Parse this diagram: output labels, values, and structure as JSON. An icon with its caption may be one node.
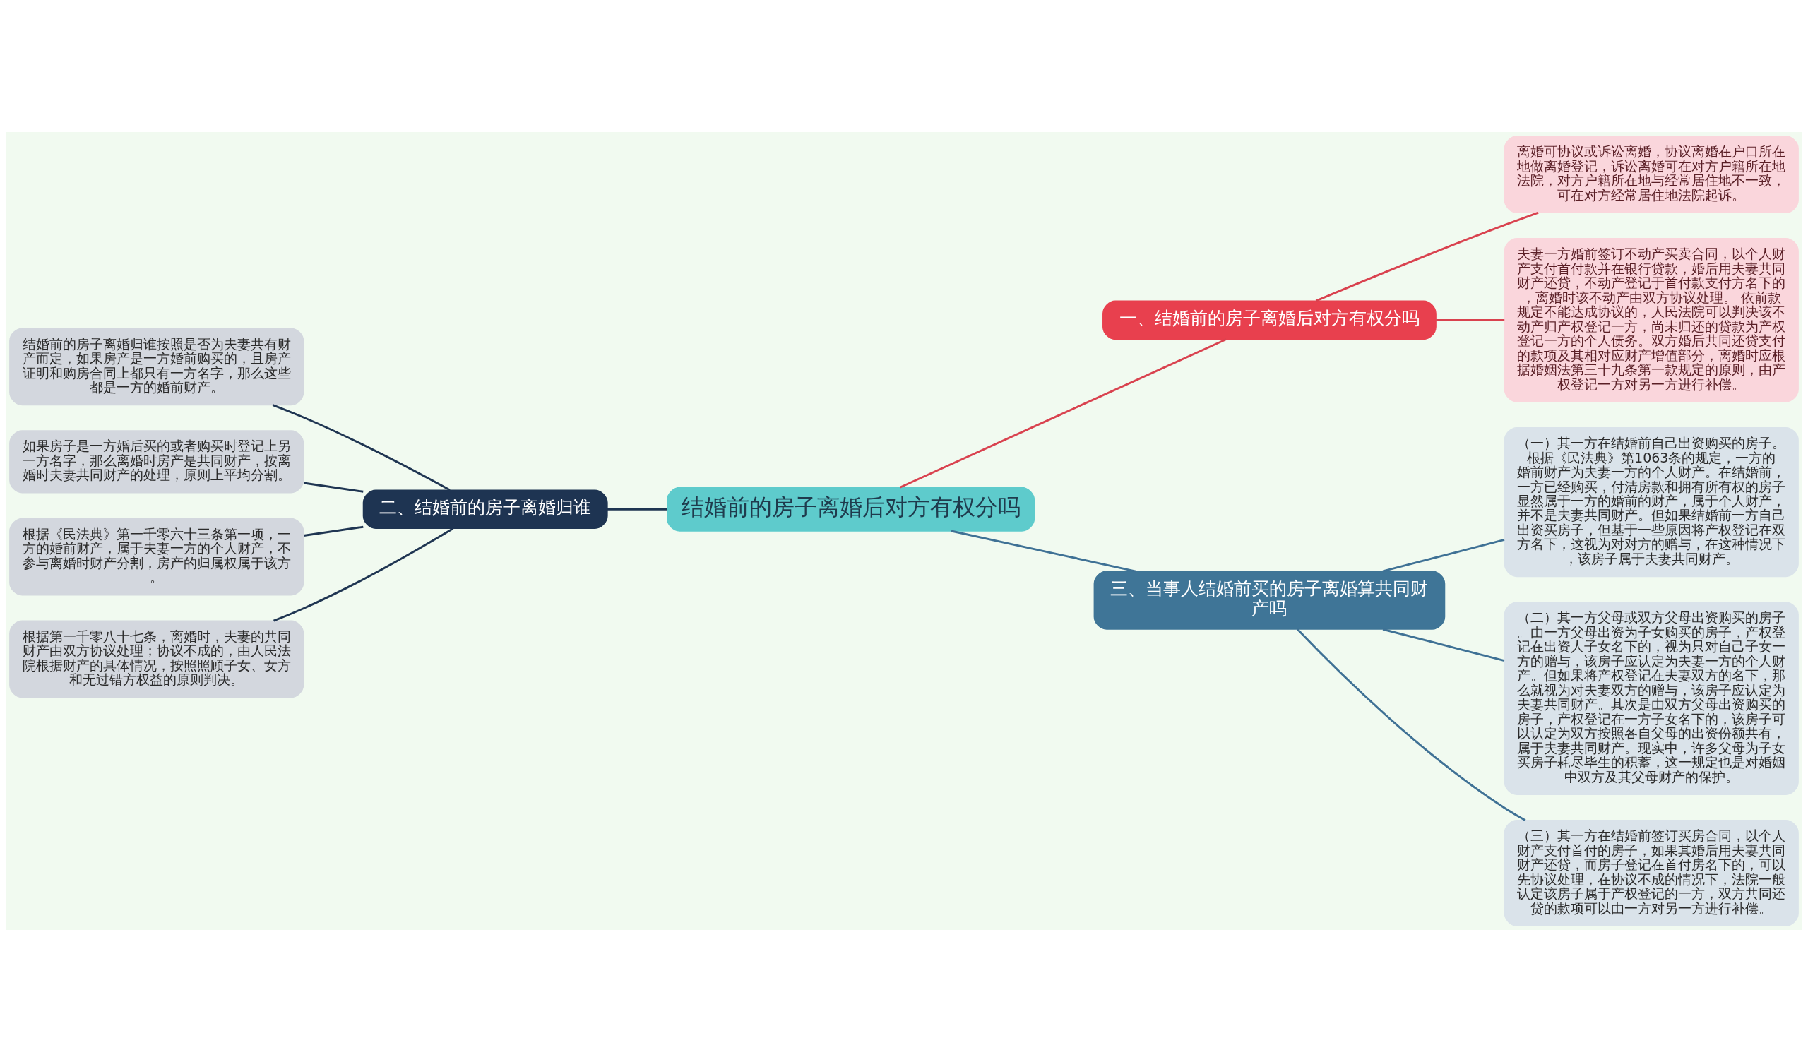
{
  "diagram": {
    "nodes": [
      {
        "text": [
          "结婚前的房子离婚后对方有权分吗"
        ]
      },
      {
        "text": [
          "一、结婚前的房子离婚后对方有权分吗"
        ]
      },
      {
        "text": [
          "离婚可协议或诉讼离婚，协议离婚在户口所在地做离婚登记，诉讼离婚可在对方户籍所在地法院，对方户籍所在地与经常居住地不一致，可在对方经常居住地法院起诉。"
        ]
      },
      {
        "text": [
          "夫妻一方婚前签订不动产买卖合同，以个人财产支付首付款并在银行贷款，婚后用夫妻共同财产还贷，不动产登记于首付款支付方名下的，离婚时该不动产由双方协议处理。 依前款规定不能达成协议的，人民法院可以判决该不动产归产权登记一方，尚未归还的贷款为产权登记一方的个人债务。双方婚后共同还贷支付的款项及其相对应财产增值部分，离婚时应根据婚姻法第三十九条第一款规定的原则，由产权登记一方对另一方进行补偿。"
        ]
      },
      {
        "text": [
          "二、结婚前的房子离婚归谁"
        ]
      },
      {
        "text": [
          "结婚前的房子离婚归谁按照是否为夫妻共有财产而定，如果房产是一方婚前购买的，且房产证明和购房合同上都只有一方名字，那么这些都是一方的婚前财产。"
        ]
      },
      {
        "text": [
          "如果房子是一方婚后买的或者购买时登记上另一方名字，那么离婚时房产是共同财产，按离婚时夫妻共同财产的处理，原则上平均分割。"
        ]
      },
      {
        "text": [
          "根据《民法典》第一千零六十三条第一项，一方的婚前财产，属于夫妻一方的个人财产，不参与离婚时财产分割，房产的归属权属于该方。"
        ]
      },
      {
        "text": [
          "根据第一千零八十七条，离婚时，夫妻的共同财产由双方协议处理；协议不成的，由人民法院根据财产的具体情况，按照照顾子女、女方和无过错方权益的原则判决。"
        ]
      },
      {
        "text": [
          "三、当事人结婚前买的房子离婚算共同财产吗"
        ]
      },
      {
        "text": [
          "（一）其一方在结婚前自己出资购买的房子。根据《民法典》第1063条的规定，一方的婚前财产为夫妻一方的个人财产。在结婚前，一方已经购买，付清房款和拥有所有权的房子显然属于一方的婚前的财产，属于个人财产，并不是夫妻共同财产。但如果结婚前一方自己出资买房子，但基于一些原因将产权登记在双方名下，这视为对对方的赠与，在这种情况下，该房子属于夫妻共同财产。"
        ]
      },
      {
        "text": [
          "（二）其一方父母或双方父母出资购买的房子。由一方父母出资为子女购买的房子，产权登记在出资人子女名下的，视为只对自己子女一方的赠与，该房子应认定为夫妻一方的个人财产。但如果将产权登记在夫妻双方的名下，那么就视为对夫妻双方的赠与，该房子应认定为夫妻共同财产。其次是由双方父母出资购买的房子，产权登记在一方子女名下的，该房子可以认定为双方按照各自父母的出资份额共有，属于夫妻共同财产。现实中，许多父母为子女买房子耗尽毕生的积蓄，这一规定也是对婚姻中双方及其父母财产的保护。"
        ]
      },
      {
        "text": [
          "（三）其一方在结婚前签订买房合同，以个人财产支付首付的房子，如果其婚后用夫妻共同财产还贷，而房子登记在首付房名下的，可以先协议处理，在协议不成的情况下，法院一般认定该房子属于产权登记的一方，双方共同还贷的款项可以由一方对另一方进行补偿。"
        ]
      }
    ],
    "edges": [
      {
        "from": 0,
        "to": 1,
        "arrow": "none",
        "color": "#d9424f"
      },
      {
        "from": 1,
        "to": 2,
        "arrow": "none",
        "color": "#d9424f"
      },
      {
        "from": 1,
        "to": 3,
        "arrow": "none",
        "color": "#d9424f"
      },
      {
        "from": 0,
        "to": 4,
        "arrow": "none",
        "color": "#1f3552"
      },
      {
        "from": 4,
        "to": 5,
        "arrow": "none",
        "color": "#1f3552"
      },
      {
        "from": 4,
        "to": 6,
        "arrow": "none",
        "color": "#1f3552"
      },
      {
        "from": 4,
        "to": 7,
        "arrow": "none",
        "color": "#1f3552"
      },
      {
        "from": 4,
        "to": 8,
        "arrow": "none",
        "color": "#1f3552"
      },
      {
        "from": 0,
        "to": 9,
        "arrow": "none",
        "color": "#3f7195"
      },
      {
        "from": 9,
        "to": 10,
        "arrow": "none",
        "color": "#3f7195"
      },
      {
        "from": 9,
        "to": 11,
        "arrow": "none",
        "color": "#3f7195"
      },
      {
        "from": 9,
        "to": 12,
        "arrow": "none",
        "color": "#3f7195"
      }
    ]
  }
}
